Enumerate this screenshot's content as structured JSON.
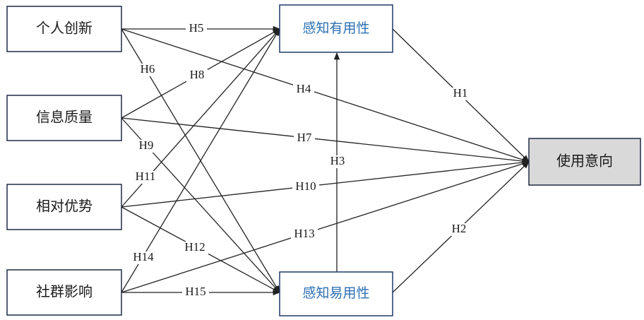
{
  "nodes": {
    "innovativeness": "个人创新",
    "info_quality": "信息质量",
    "relative_advantage": "相对优势",
    "social_influence": "社群影响",
    "perceived_usefulness": "感知有用性",
    "perceived_ease_of_use": "感知易用性",
    "usage_intention": "使用意向"
  },
  "hypotheses": {
    "h1": "H1",
    "h2": "H2",
    "h3": "H3",
    "h4": "H4",
    "h5": "H5",
    "h6": "H6",
    "h7": "H7",
    "h8": "H8",
    "h9": "H9",
    "h10": "H10",
    "h11": "H11",
    "h12": "H12",
    "h13": "H13",
    "h14": "H14",
    "h15": "H15"
  },
  "colors": {
    "mediator_text": "#2b6fb3",
    "outcome_fill": "#d9d9d9",
    "line": "#222222"
  }
}
